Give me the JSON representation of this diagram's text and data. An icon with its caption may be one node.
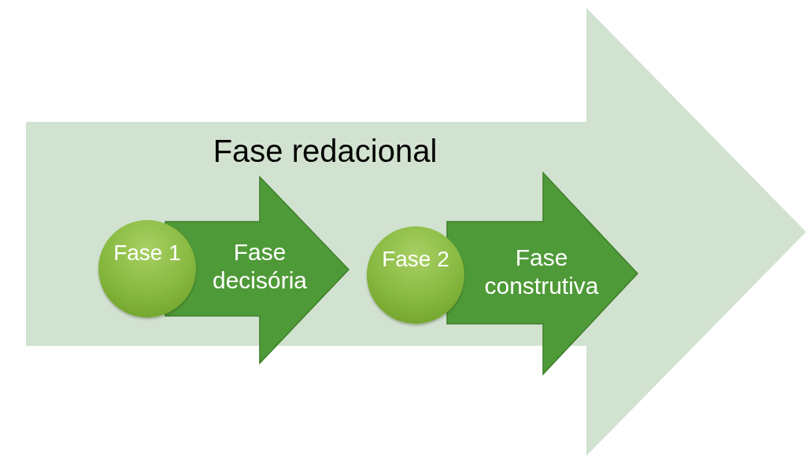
{
  "diagram": {
    "nodes": [
      {
        "text": [
          "Fase redacional"
        ]
      },
      {
        "text": [
          "Fase 1"
        ],
        "in": 0
      },
      {
        "text": [
          "Fase decisória"
        ],
        "in": 0
      },
      {
        "text": [
          "Fase 2"
        ],
        "in": 0
      },
      {
        "text": [
          "Fase construtiva"
        ],
        "in": 0
      }
    ]
  }
}
